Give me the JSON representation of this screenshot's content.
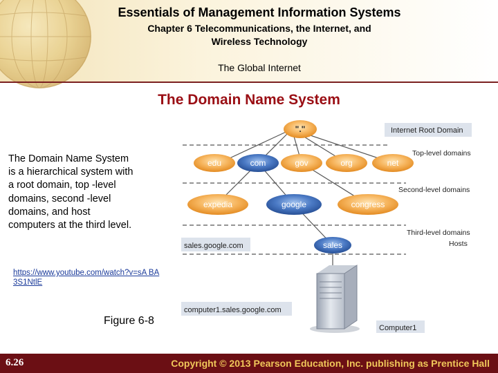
{
  "header": {
    "title": "Essentials of Management Information Systems",
    "chapter_line1": "Chapter 6 Telecommunications, the Internet, and",
    "chapter_line2": "Wireless Technology",
    "section": "The Global Internet"
  },
  "slide": {
    "title": "The Domain Name System",
    "body": "The Domain Name System is a hierarchical system with a root domain, top -level domains, second -level domains, and host computers at the third level.",
    "link": "https://www.youtube.com/watch?v=sA BA3S1NtlE",
    "figure_label": "Figure 6-8"
  },
  "diagram": {
    "root_node": "\".\"",
    "labels": {
      "root": "Internet Root Domain",
      "top": "Top-level domains",
      "second": "Second-level domains",
      "third": "Third-level domains",
      "hosts": "Hosts"
    },
    "top_level": [
      "edu",
      "com",
      "gov",
      "org",
      "net"
    ],
    "second_level": [
      "expedia",
      "google",
      "congress"
    ],
    "third_level": "sales",
    "left_address_1": "sales.google.com",
    "left_address_2": "computer1.sales.google.com",
    "host_label": "Computer1",
    "colors": {
      "orange": "#f4a640",
      "blue": "#3f6fb8",
      "box": "#dde3ec"
    }
  },
  "footer": {
    "slide_number": "6.26",
    "copyright": "Copyright © 2013 Pearson Education, Inc. publishing as Prentice Hall"
  }
}
